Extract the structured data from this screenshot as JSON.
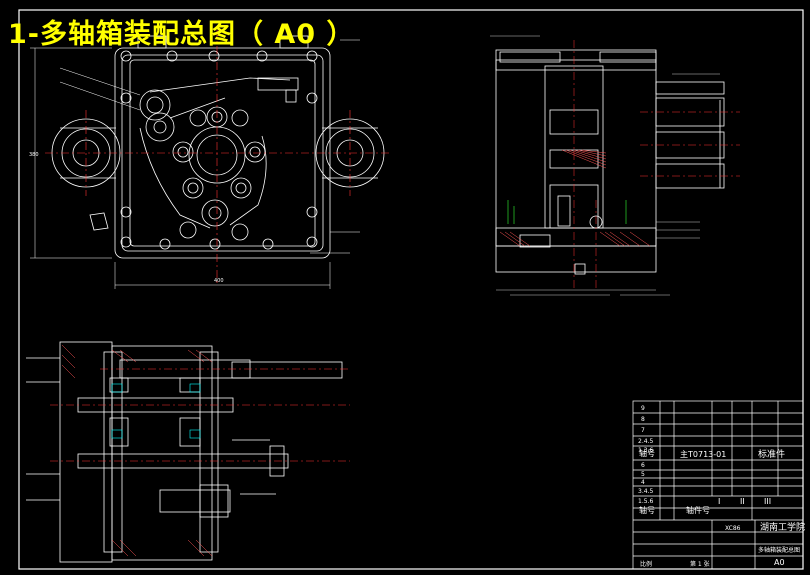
{
  "title": "1-多轴箱装配总图（ A0 ）",
  "colors": {
    "background": "#000000",
    "title": "#ffff00",
    "frame": "#ffffff",
    "geometry": "#ffffff",
    "centerline": "#ff3333",
    "hatch": "#ff5555",
    "cyan_accent": "#00ffff",
    "green_accent": "#33ff33"
  },
  "top_view": {
    "dimension_bottom": "400",
    "dimension_left": "380"
  },
  "title_block": {
    "col_axis_label": "轴号",
    "col_part_no_label": "轴件号",
    "standard_parts_label": "标准件",
    "rows_upper": [
      "9",
      "8",
      "7",
      "2.4.5",
      "1.3.6"
    ],
    "rows_lower": [
      "6",
      "5",
      "4",
      "3.4.5",
      "1.5.6"
    ],
    "spindle_code": "主T0713-01",
    "lower_axis_label": "轴号",
    "roman": [
      "I",
      "II",
      "III"
    ],
    "school_name": "湖南工学院",
    "drawing_name": "多轴箱装配总图",
    "drawing_code": "XC86",
    "scale_label": "比例",
    "sheet_label": "第 1 张",
    "format": "A0"
  }
}
